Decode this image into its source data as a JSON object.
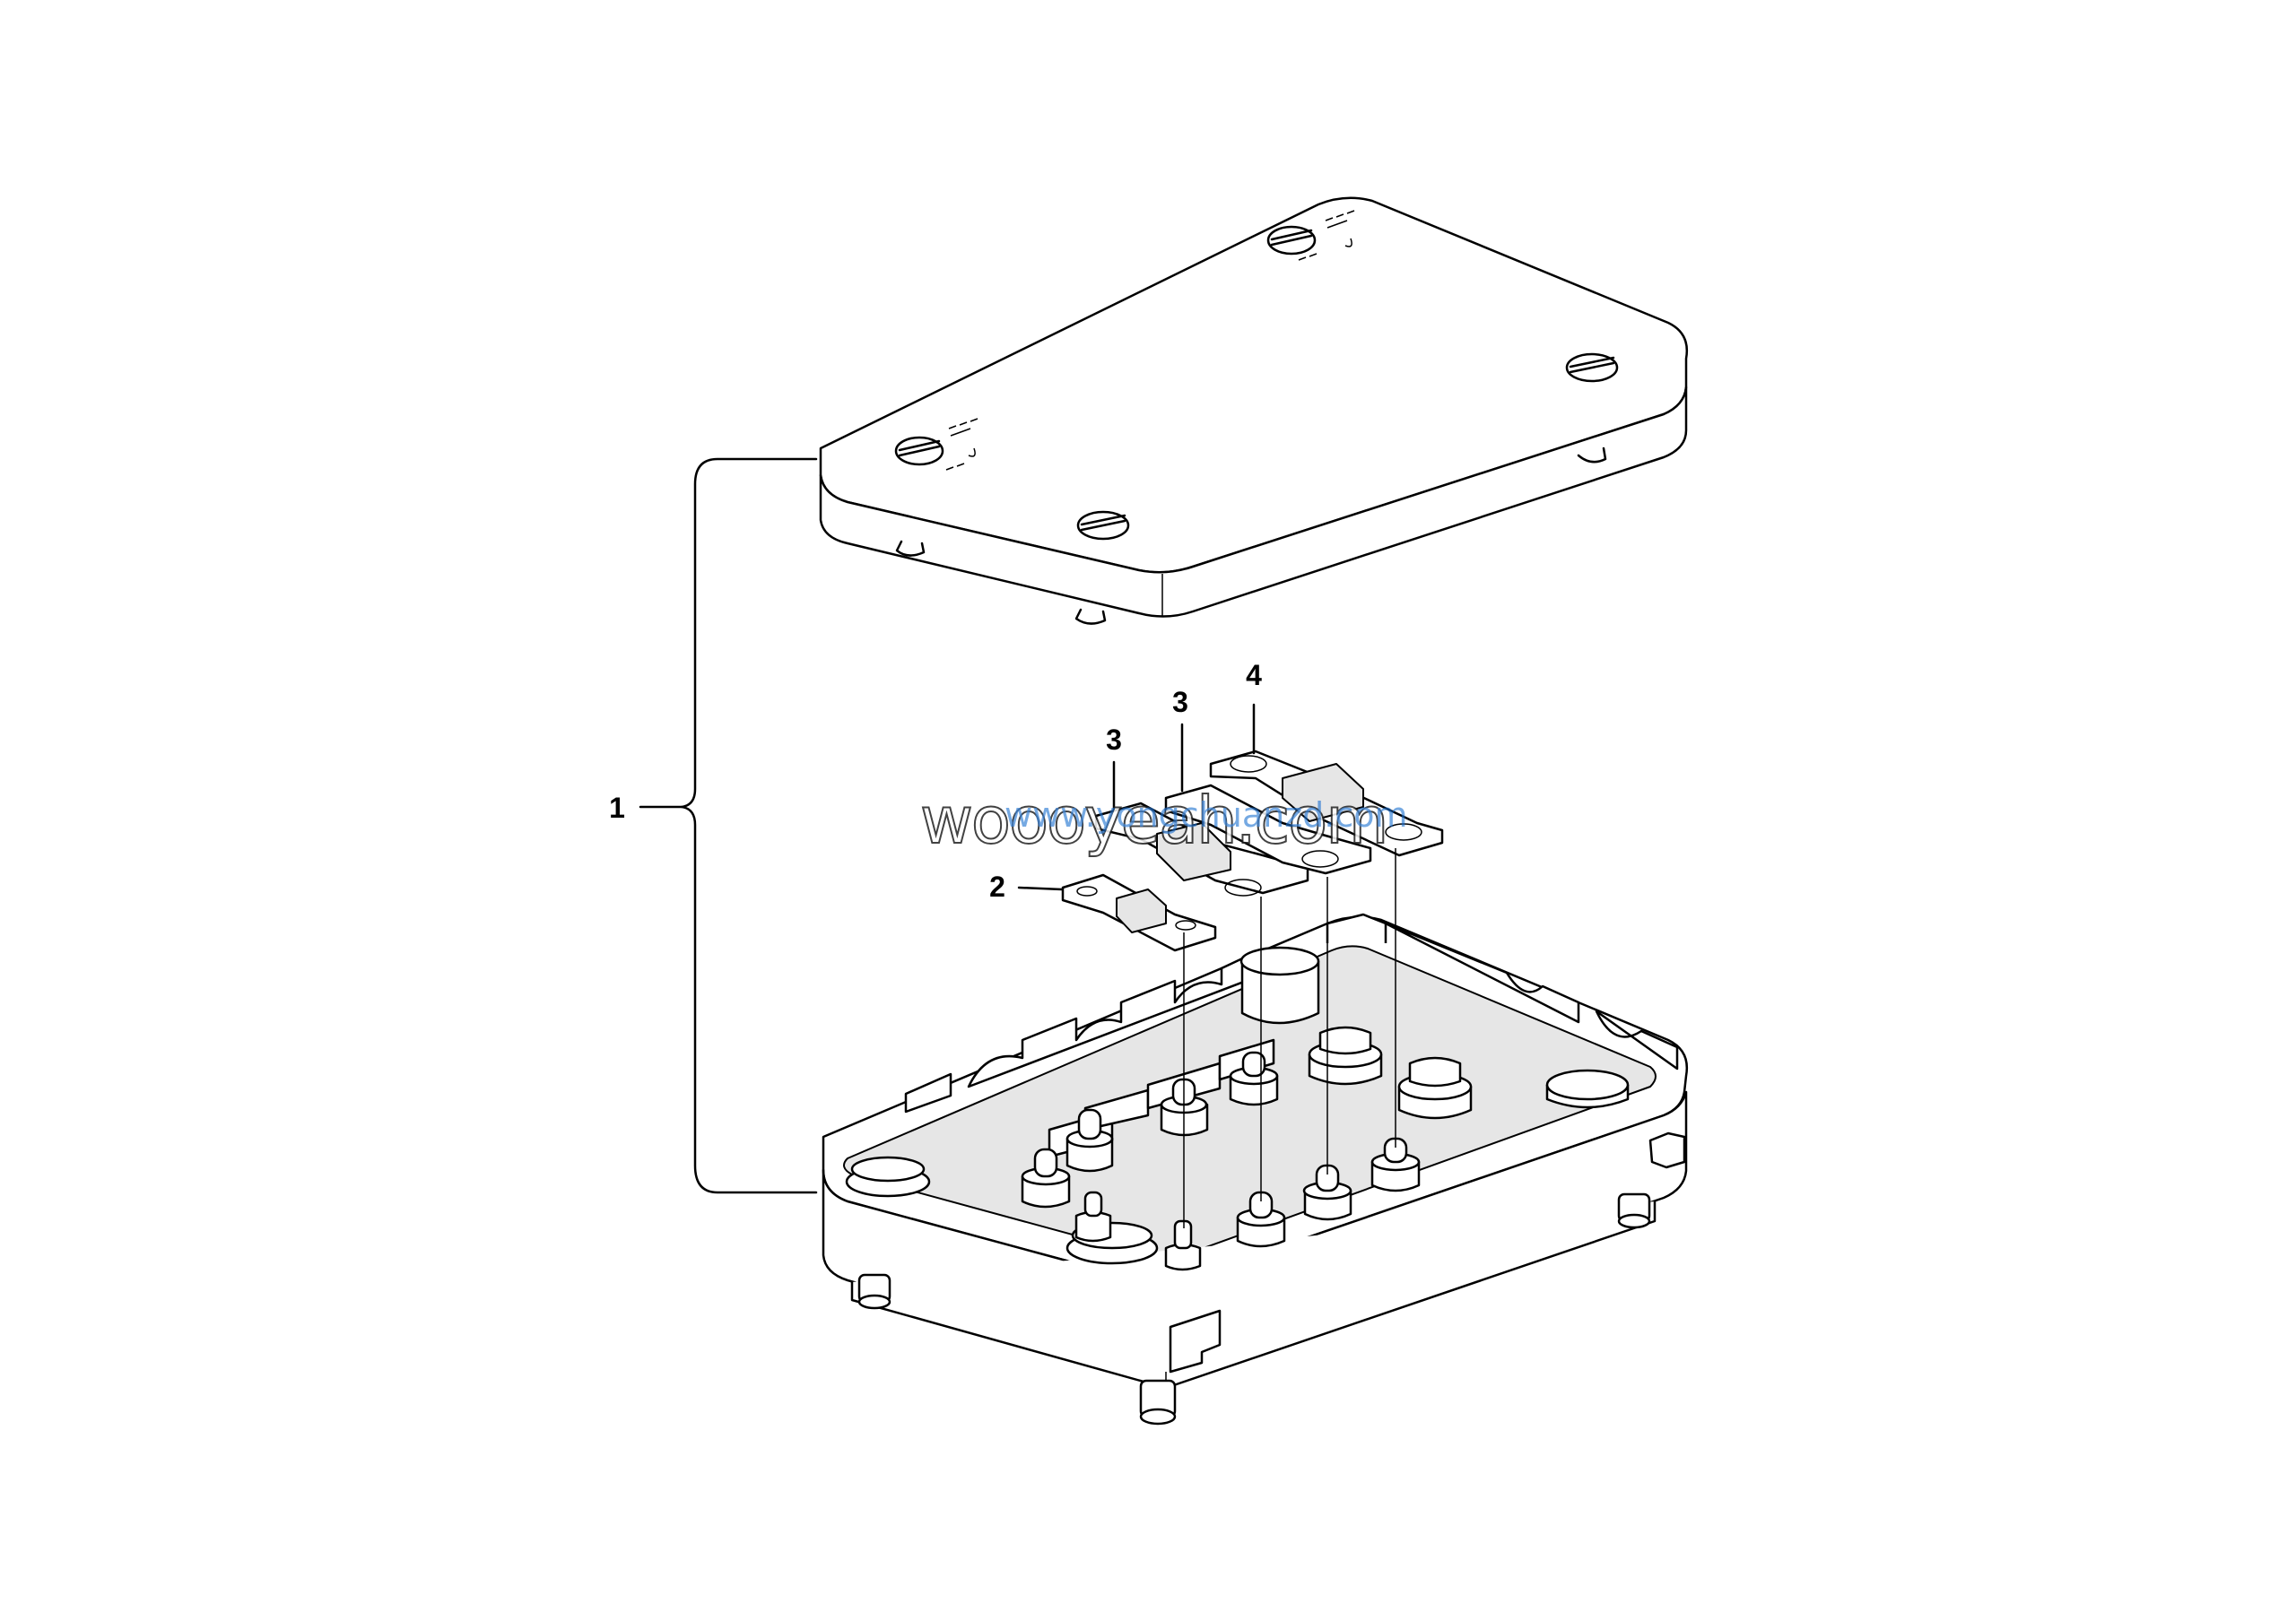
{
  "callouts": {
    "c1": "1",
    "c2": "2",
    "c3a": "3",
    "c3b": "3",
    "c4": "4"
  },
  "watermark": {
    "text_main": "woooyeah.com",
    "text_overlay": "www.yongchuanzd.com"
  },
  "colors": {
    "line": "#000000",
    "background": "#ffffff",
    "watermark_overlay": "#1a6fd1"
  }
}
